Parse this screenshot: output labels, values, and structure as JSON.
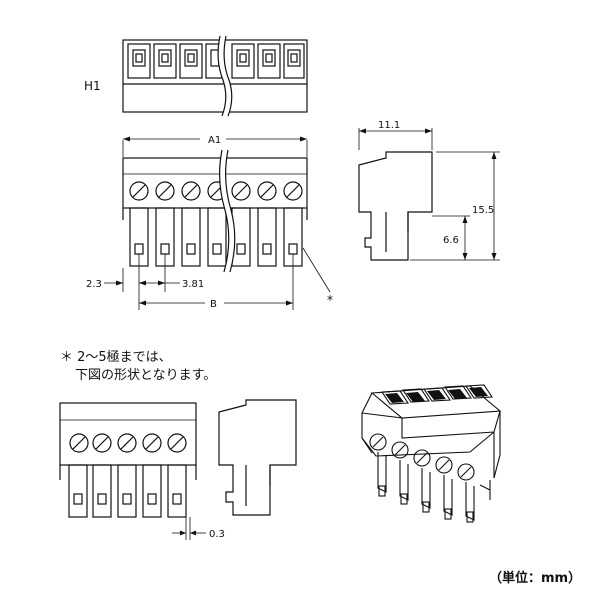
{
  "labels": {
    "h1": "H1",
    "a1": "A1",
    "b": "B",
    "d_2_3": "2.3",
    "d_3_81": "3.81",
    "d_11_1": "11.1",
    "d_15_5": "15.5",
    "d_6_6": "6.6",
    "d_0_3": "0.3",
    "asterisk": "*"
  },
  "note": {
    "line1": "＊ 2～5極までは、",
    "line2": "下図の形状となります。"
  },
  "unit": "（単位：mm）"
}
